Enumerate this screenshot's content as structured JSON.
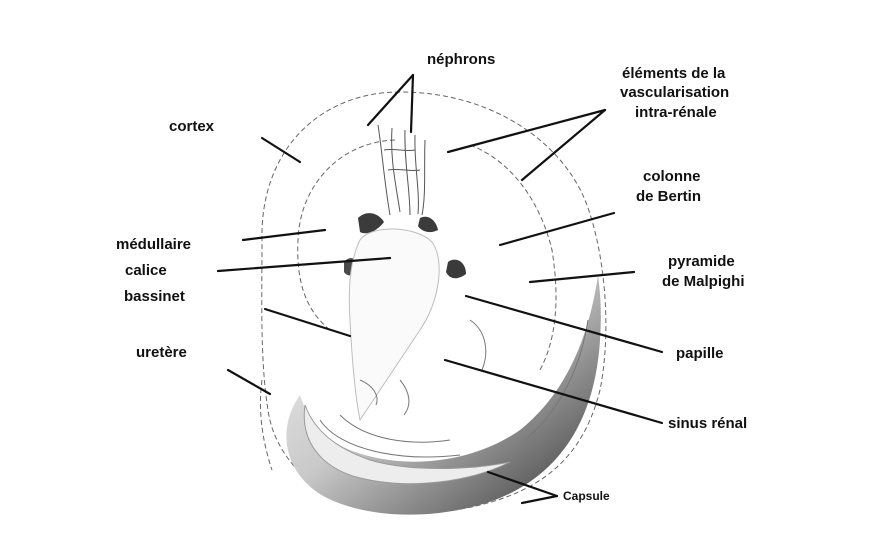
{
  "labels": {
    "nephrons": "néphrons",
    "vascularisation_1": "éléments de la",
    "vascularisation_2": "vascularisation",
    "vascularisation_3": "intra-rénale",
    "cortex": "cortex",
    "colonne_1": "colonne",
    "colonne_2": "de Bertin",
    "medullaire": "médullaire",
    "calice": "calice",
    "bassinet": "bassinet",
    "pyramide_1": "pyramide",
    "pyramide_2": "de Malpighi",
    "papille": "papille",
    "uretere": "uretère",
    "sinus": "sinus rénal",
    "capsule": "Capsule"
  },
  "colors": {
    "text": "#111111",
    "leader": "#111111",
    "capsule_dark": "#3a3a3a",
    "capsule_light": "#f2f2f2"
  }
}
